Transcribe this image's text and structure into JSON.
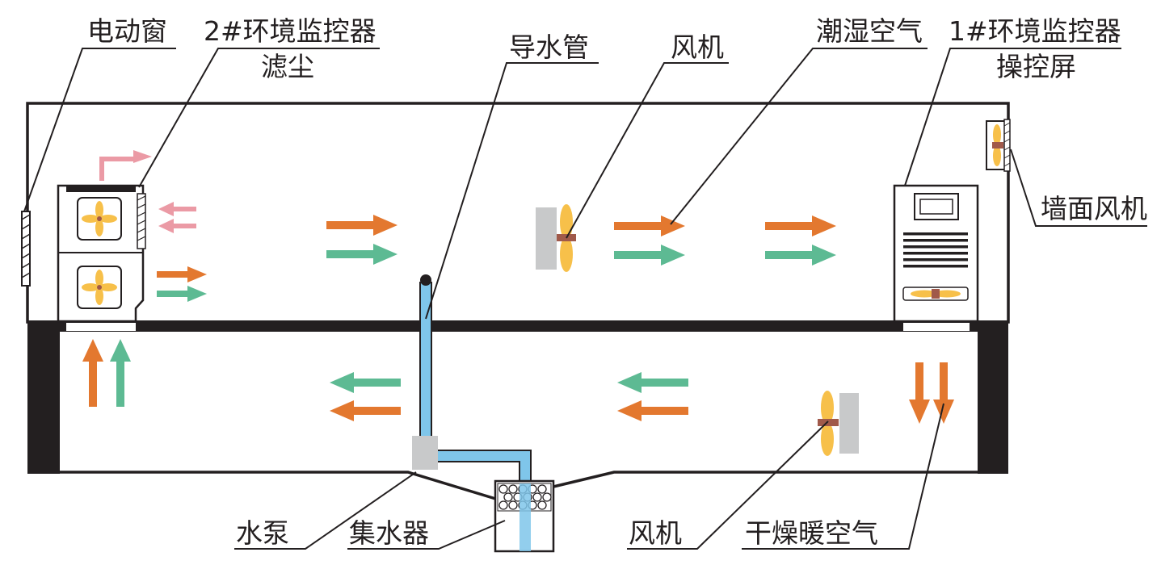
{
  "labels": {
    "power_window": "电动窗",
    "monitor2_line1": "2#环境监控器",
    "monitor2_line2": "滤尘",
    "drain_pipe": "导水管",
    "fan_top": "风机",
    "humid_air": "潮湿空气",
    "monitor1_line1": "1#环境监控器",
    "monitor1_line2": "操控屏",
    "wall_fan": "墙面风机",
    "water_pump": "水泵",
    "water_collector": "集水器",
    "fan_bottom": "风机",
    "dry_warm_air": "干燥暖空气"
  },
  "colors": {
    "outline": "#231f20",
    "orange_arrow": "#e3782f",
    "green_arrow": "#5dba93",
    "pink_arrow": "#eb9aa5",
    "pipe_blue": "#7fc6ea",
    "fan_blade": "#f7c04a",
    "fan_hub": "#a0594a",
    "panel_gray": "#c8c9ca",
    "wall_black": "#231f20"
  }
}
